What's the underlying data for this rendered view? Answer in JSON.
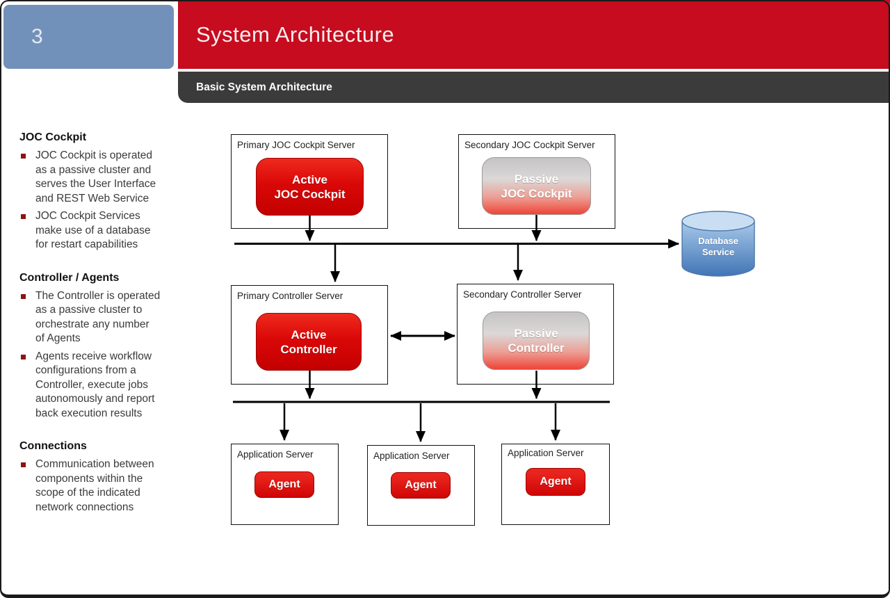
{
  "header": {
    "slide_number": "3",
    "title": "System Architecture",
    "subtitle": "Basic System Architecture"
  },
  "sidebar": {
    "sections": [
      {
        "heading": "JOC Cockpit",
        "bullets": [
          "JOC Cockpit is operated\nas a passive cluster and\nserves the User Interface\nand REST Web Service",
          "JOC Cockpit Services\nmake use of a database\nfor restart capabilities"
        ]
      },
      {
        "heading": "Controller / Agents",
        "bullets": [
          "The Controller is operated\nas a passive cluster to\norchestrate any number\nof Agents",
          "Agents receive workflow\nconfigurations from a\nController, execute jobs\nautonomously and report\nback execution results"
        ]
      },
      {
        "heading": "Connections",
        "bullets": [
          "Communication between\ncomponents within the\nscope of the indicated\nnetwork connections"
        ]
      }
    ]
  },
  "diagram": {
    "primary_joc": {
      "label": "Primary JOC Cockpit Server",
      "node": "Active\nJOC Cockpit"
    },
    "secondary_joc": {
      "label": "Secondary JOC Cockpit Server",
      "node": "Passive\nJOC Cockpit"
    },
    "database": {
      "label": "Database\nService"
    },
    "primary_controller": {
      "label": "Primary Controller Server",
      "node": "Active\nController"
    },
    "secondary_controller": {
      "label": "Secondary Controller Server",
      "node": "Passive\nController"
    },
    "app_servers": [
      {
        "label": "Application Server",
        "node": "Agent"
      },
      {
        "label": "Application Server",
        "node": "Agent"
      },
      {
        "label": "Application Server",
        "node": "Agent"
      }
    ]
  },
  "colors": {
    "accent_red": "#c60c1e",
    "node_red": "#d40808",
    "steel_blue": "#7291ba",
    "dark_bar": "#3b3b3b",
    "db_blue": "#4075b5",
    "bullet_red": "#8e1313"
  }
}
